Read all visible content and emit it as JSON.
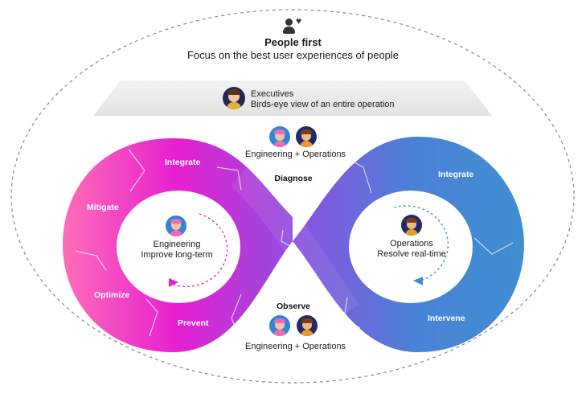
{
  "header": {
    "icon": "people-heart-icon",
    "title": "People first",
    "subtitle": "Focus on the best user experiences of people"
  },
  "executives": {
    "avatar": "executive-avatar",
    "title": "Executives",
    "subtitle": "Birds-eye view of an entire operation"
  },
  "top_team": {
    "label": "Engineering + Operations",
    "avatars": [
      "engineer-avatar",
      "operator-avatar"
    ]
  },
  "bottom_team": {
    "label": "Engineering + Operations",
    "avatars": [
      "engineer-avatar",
      "operator-avatar"
    ]
  },
  "diagnose_label": "Diagnose",
  "observe_label": "Observe",
  "left_loop": {
    "stages": [
      "Integrate",
      "Mitigate",
      "Optimize",
      "Prevent"
    ],
    "center_title": "Engineering",
    "center_subtitle": "Improve long-term"
  },
  "right_loop": {
    "stages": [
      "Integrate",
      "Intervene"
    ],
    "center_title": "Operations",
    "center_subtitle": "Resolve real-time"
  },
  "colors": {
    "magenta": "#e61fd0",
    "pink": "#ff6fb7",
    "purple": "#8d4fe0",
    "blue": "#3f8fd0",
    "light_blue": "#5aa4df",
    "dashed_border": "#8a8a8a"
  }
}
